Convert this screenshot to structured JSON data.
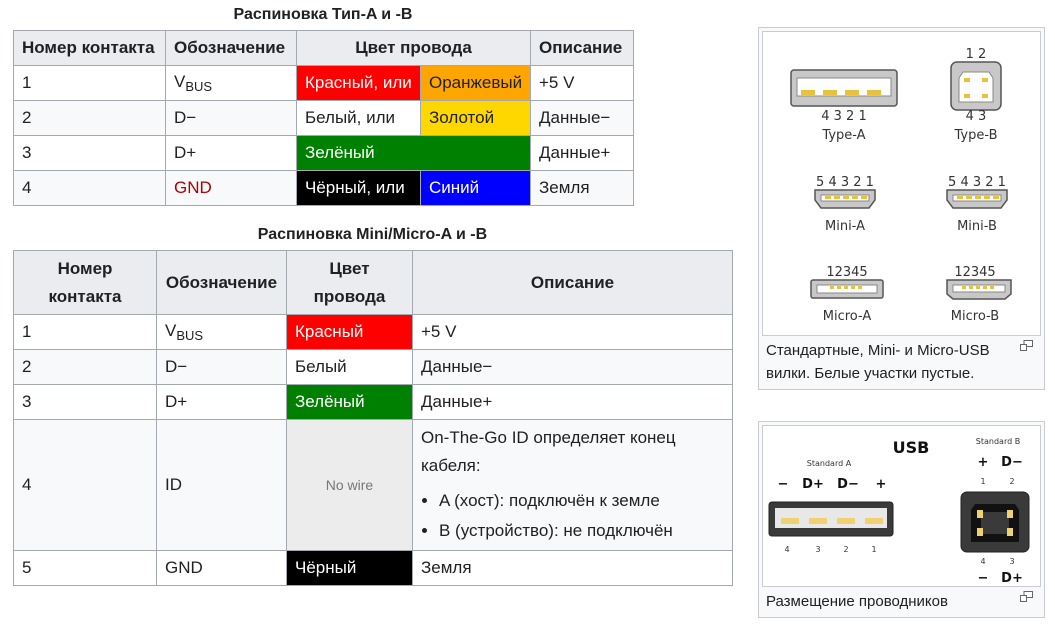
{
  "table1": {
    "caption": "Распиновка Тип-A и -B",
    "headers": [
      "Номер контакта",
      "Обозначение",
      "Цвет провода",
      "Описание"
    ],
    "rows": [
      {
        "num": "1",
        "sig_main": "V",
        "sig_sub": "BUS",
        "color1": "Красный, или",
        "color2": "Оранжевый",
        "desc": "+5 V"
      },
      {
        "num": "2",
        "sig": "D−",
        "color1": "Белый, или",
        "color2": "Золотой",
        "desc": "Данные−"
      },
      {
        "num": "3",
        "sig": "D+",
        "color1": "Зелёный",
        "desc": "Данные+"
      },
      {
        "num": "4",
        "sig": "GND",
        "color1": "Чёрный, или",
        "color2": "Синий",
        "desc": "Земля"
      }
    ]
  },
  "table2": {
    "caption": "Распиновка Mini/Micro-A и -B",
    "headers": [
      "Номер контакта",
      "Обозначение",
      "Цвет провода",
      "Описание"
    ],
    "rows": [
      {
        "num": "1",
        "sig_main": "V",
        "sig_sub": "BUS",
        "color": "Красный",
        "desc": "+5 V"
      },
      {
        "num": "2",
        "sig": "D−",
        "color": "Белый",
        "desc": "Данные−"
      },
      {
        "num": "3",
        "sig": "D+",
        "color": "Зелёный",
        "desc": "Данные+"
      },
      {
        "num": "4",
        "sig": "ID",
        "color": "No wire",
        "desc": "On-The-Go ID определяет конец кабеля:",
        "bullets": [
          "A (хост): подключён к земле",
          "B (устройство): не подключён"
        ]
      },
      {
        "num": "5",
        "sig": "GND",
        "color": "Чёрный",
        "desc": "Земля"
      }
    ]
  },
  "figure1": {
    "caption": "Стандартные, Mini- и Micro-USB вилки. Белые участки пустые.",
    "labels": [
      "Type-A",
      "Type-B",
      "Mini-A",
      "Mini-B",
      "Micro-A",
      "Micro-B"
    ],
    "typeA_pins": "4 3 2 1",
    "typeB_pins_top": "1 2",
    "typeB_pins_bottom": "4 3",
    "mini_pins": "5 4 3 2 1",
    "micro_pins": "12345"
  },
  "figure2": {
    "caption": "Размещение проводников",
    "title": "USB",
    "std_a": "Standard A",
    "std_b": "Standard B",
    "a_signals": [
      "−",
      "D+",
      "D−",
      "+"
    ],
    "a_pins": [
      "4",
      "3",
      "2",
      "1"
    ],
    "b_top_signals": [
      "+",
      "D−"
    ],
    "b_top_pins": [
      "1",
      "2"
    ],
    "b_bottom_pins": [
      "4",
      "3"
    ],
    "b_bottom_signals": [
      "−",
      "D+"
    ]
  },
  "colors": {
    "red": "#ff0000",
    "orange": "#ffa500",
    "gold": "#ffd700",
    "green": "#008000",
    "black": "#000000",
    "blue": "#0000ff",
    "gnd_text": "#b00000"
  }
}
